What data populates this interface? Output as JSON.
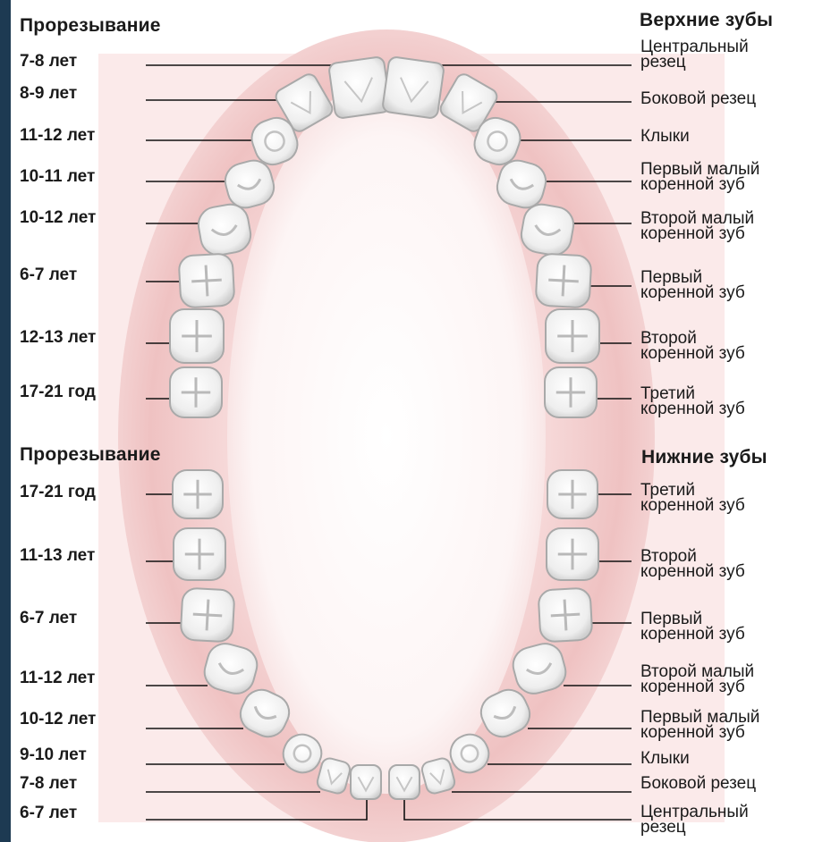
{
  "upper_section": {
    "left_header": "Прорезывание",
    "right_header": "Верхние зубы",
    "teeth": [
      {
        "age": "7-8 лет",
        "name": "Центральный\nрезец"
      },
      {
        "age": "8-9 лет",
        "name": "Боковой резец"
      },
      {
        "age": "11-12 лет",
        "name": "Клыки"
      },
      {
        "age": "10-11 лет",
        "name": "Первый малый\nкоренной зуб"
      },
      {
        "age": "10-12 лет",
        "name": "Второй малый\nкоренной зуб"
      },
      {
        "age": "6-7 лет",
        "name": "Первый\nкоренной зуб"
      },
      {
        "age": "12-13 лет",
        "name": "Второй\nкоренной зуб"
      },
      {
        "age": "17-21 год",
        "name": "Третий\nкоренной зуб"
      }
    ]
  },
  "lower_section": {
    "left_header": "Прорезывание",
    "right_header": "Нижние зубы",
    "teeth": [
      {
        "age": "17-21 год",
        "name": "Третий\nкоренной зуб"
      },
      {
        "age": "11-13 лет",
        "name": "Второй\nкоренной зуб"
      },
      {
        "age": "6-7 лет",
        "name": "Первый\nкоренной зуб"
      },
      {
        "age": "11-12 лет",
        "name": "Второй малый\nкоренной зуб"
      },
      {
        "age": "10-12 лет",
        "name": "Первый малый\nкоренной зуб"
      },
      {
        "age": "9-10 лет",
        "name": "Клыки"
      },
      {
        "age": "7-8 лет",
        "name": "Боковой резец"
      },
      {
        "age": "6-7 лет",
        "name": "Центральный\nрезец"
      }
    ]
  },
  "colors": {
    "gum_outer": "#f0c0c0",
    "gum_inner": "#fbeeee",
    "tooth_fill": "#f7f7f7",
    "tooth_stroke": "#a9a9a9",
    "leader_line": "#111111",
    "side_bar": "#1d3a52"
  }
}
